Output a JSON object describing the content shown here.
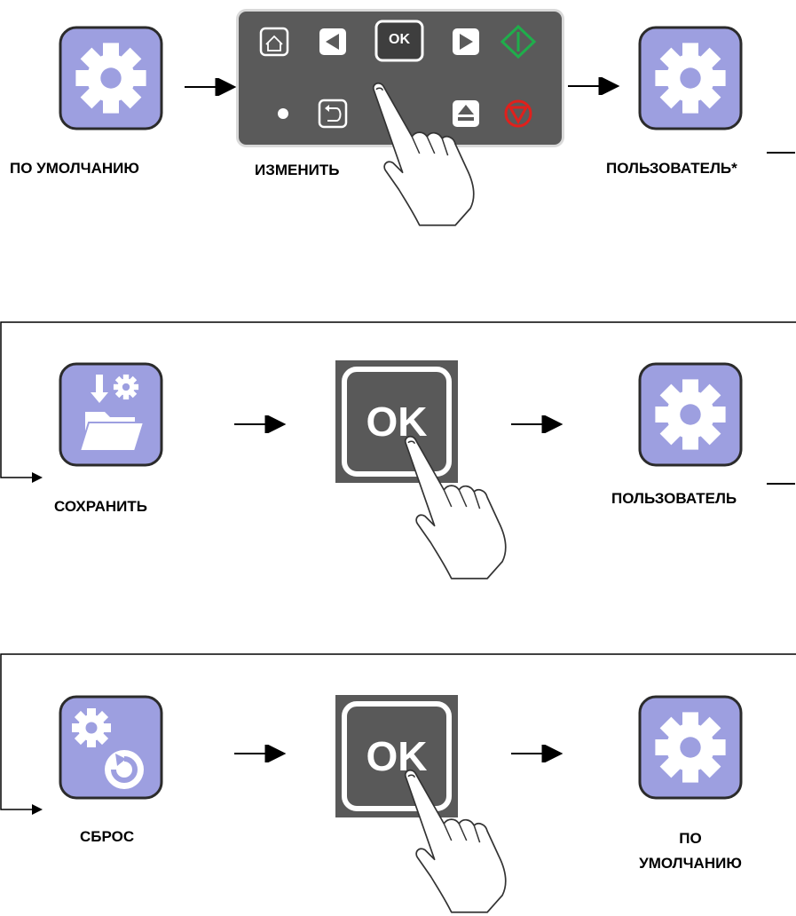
{
  "colors": {
    "tile_fill": "#9d9fe0",
    "tile_border": "#2b2b2b",
    "panel_bg": "#5a5a5a",
    "panel_border": "#d9d9d9",
    "start_green": "#1fae4b",
    "stop_red": "#e0201c",
    "icon_white": "#ffffff"
  },
  "row1": {
    "left_label": "ПО УМОЛЧАНИЮ",
    "middle_label": "ИЗМЕНИТЬ",
    "right_label": "ПОЛЬЗОВАТЕЛЬ*",
    "left_icon": "gear-icon",
    "right_icon": "gear-icon",
    "keypad": {
      "ok_label": "OK",
      "buttons": [
        "home-icon",
        "arrow-left-icon",
        "ok-button",
        "arrow-right-icon",
        "start-icon",
        "dot-icon",
        "back-icon",
        "eject-icon",
        "stop-icon"
      ]
    }
  },
  "row2": {
    "left_label": "СОХРАНИТЬ",
    "right_label": "ПОЛЬЗОВАТЕЛЬ",
    "left_icon": "save-folder-icon",
    "right_icon": "gear-icon",
    "ok_label": "OK"
  },
  "row3": {
    "left_label": "СБРОС",
    "right_label_line1": "ПО",
    "right_label_line2": "УМОЛЧАНИЮ",
    "left_icon": "reset-gear-icon",
    "right_icon": "gear-icon",
    "ok_label": "OK"
  }
}
